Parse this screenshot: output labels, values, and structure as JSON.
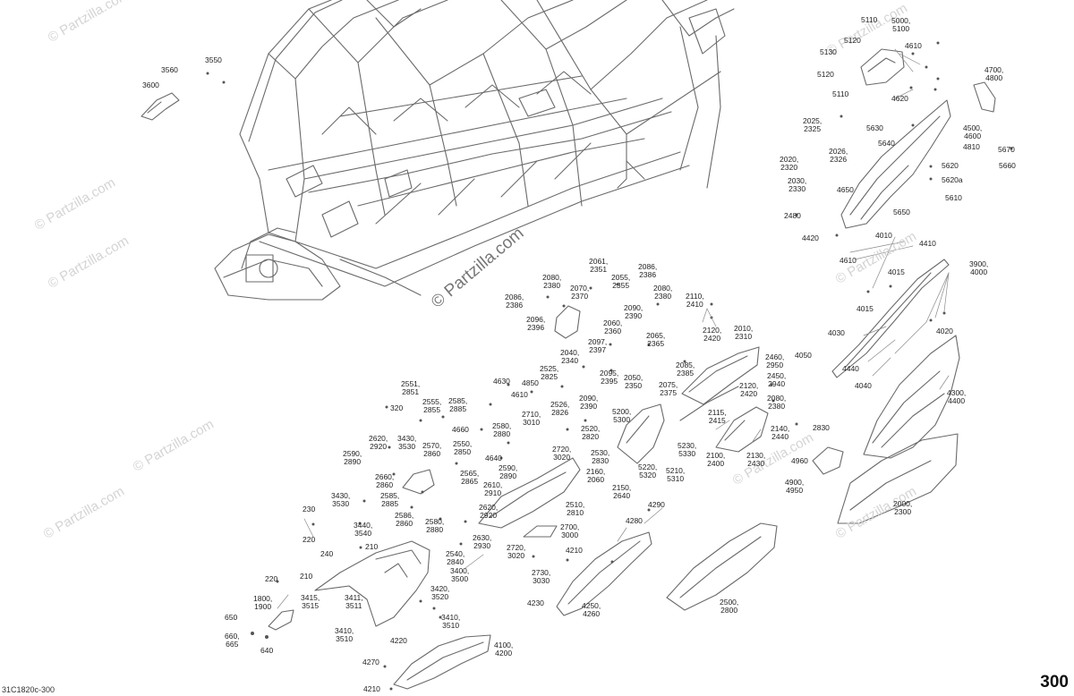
{
  "watermark": "© Partzilla.com",
  "page_number": "300",
  "drawing_code": "31C1820c-300",
  "labels": [
    {
      "id": "3560",
      "text": "3560"
    },
    {
      "id": "3550",
      "text": "3550"
    },
    {
      "id": "3600",
      "text": "3600"
    },
    {
      "id": "5110a",
      "text": "5110"
    },
    {
      "id": "5000",
      "text": "5000,\n5100"
    },
    {
      "id": "5120a",
      "text": "5120"
    },
    {
      "id": "4610a",
      "text": "4610"
    },
    {
      "id": "5130",
      "text": "5130"
    },
    {
      "id": "5120b",
      "text": "5120"
    },
    {
      "id": "5110b",
      "text": "5110"
    },
    {
      "id": "4700",
      "text": "4700,\n4800"
    },
    {
      "id": "4620",
      "text": "4620"
    },
    {
      "id": "2025",
      "text": "2025,\n2325"
    },
    {
      "id": "5630",
      "text": "5630"
    },
    {
      "id": "4500",
      "text": "4500,\n4600"
    },
    {
      "id": "5640",
      "text": "5640"
    },
    {
      "id": "2026",
      "text": "2026,\n2326"
    },
    {
      "id": "4810",
      "text": "4810"
    },
    {
      "id": "5670",
      "text": "5670"
    },
    {
      "id": "2020",
      "text": "2020,\n2320"
    },
    {
      "id": "5620",
      "text": "5620"
    },
    {
      "id": "5660",
      "text": "5660"
    },
    {
      "id": "5620a",
      "text": "5620a"
    },
    {
      "id": "2030",
      "text": "2030,\n2330"
    },
    {
      "id": "4650",
      "text": "4650"
    },
    {
      "id": "5610",
      "text": "5610"
    },
    {
      "id": "5650",
      "text": "5650"
    },
    {
      "id": "2480",
      "text": "2480"
    },
    {
      "id": "4010",
      "text": "4010"
    },
    {
      "id": "4420",
      "text": "4420"
    },
    {
      "id": "4410",
      "text": "4410"
    },
    {
      "id": "4610b",
      "text": "4610"
    },
    {
      "id": "3900",
      "text": "3900,\n4000"
    },
    {
      "id": "4015a",
      "text": "4015"
    },
    {
      "id": "4015b",
      "text": "4015"
    },
    {
      "id": "4030",
      "text": "4030"
    },
    {
      "id": "4020",
      "text": "4020"
    },
    {
      "id": "4050",
      "text": "4050"
    },
    {
      "id": "4440",
      "text": "4440"
    },
    {
      "id": "4040",
      "text": "4040"
    },
    {
      "id": "4300",
      "text": "4300,\n4400"
    },
    {
      "id": "2061",
      "text": "2061,\n2351"
    },
    {
      "id": "2080a",
      "text": "2080,\n2380"
    },
    {
      "id": "2055",
      "text": "2055,\n2355"
    },
    {
      "id": "2086a",
      "text": "2086,\n2386"
    },
    {
      "id": "2080b",
      "text": "2080,\n2380"
    },
    {
      "id": "2086b",
      "text": "2086,\n2386"
    },
    {
      "id": "2070",
      "text": "2070,\n2370"
    },
    {
      "id": "2090a",
      "text": "2090,\n2390"
    },
    {
      "id": "2110",
      "text": "2110,\n2410"
    },
    {
      "id": "2096",
      "text": "2096,\n2396"
    },
    {
      "id": "2060",
      "text": "2060,\n2360"
    },
    {
      "id": "2010",
      "text": "2010,\n2310"
    },
    {
      "id": "2120a",
      "text": "2120,\n2420"
    },
    {
      "id": "2097",
      "text": "2097,\n2397"
    },
    {
      "id": "2065",
      "text": "2065,\n2365"
    },
    {
      "id": "2040",
      "text": "2040,\n2340"
    },
    {
      "id": "2085",
      "text": "2085,\n2385"
    },
    {
      "id": "2460",
      "text": "2460,\n2950"
    },
    {
      "id": "2095",
      "text": "2095,\n2395"
    },
    {
      "id": "2525",
      "text": "2525,\n2825"
    },
    {
      "id": "2050",
      "text": "2050,\n2350"
    },
    {
      "id": "2075",
      "text": "2075,\n2375"
    },
    {
      "id": "2450",
      "text": "2450,\n2940"
    },
    {
      "id": "2120b",
      "text": "2120,\n2420"
    },
    {
      "id": "4630",
      "text": "4630"
    },
    {
      "id": "4850",
      "text": "4850"
    },
    {
      "id": "2551",
      "text": "2551,\n2851"
    },
    {
      "id": "4610c",
      "text": "4610"
    },
    {
      "id": "2090b",
      "text": "2090,\n2390"
    },
    {
      "id": "2080c",
      "text": "2080,\n2380"
    },
    {
      "id": "2555",
      "text": "2555,\n2855"
    },
    {
      "id": "2585a",
      "text": "2585,\n2885"
    },
    {
      "id": "2526",
      "text": "2526,\n2826"
    },
    {
      "id": "5200",
      "text": "5200,\n5300"
    },
    {
      "id": "2115",
      "text": "2115,\n2415"
    },
    {
      "id": "320",
      "text": "320"
    },
    {
      "id": "2710a",
      "text": "2710,\n3010"
    },
    {
      "id": "2140",
      "text": "2140,\n2440"
    },
    {
      "id": "4660",
      "text": "4660"
    },
    {
      "id": "2580a",
      "text": "2580,\n2880"
    },
    {
      "id": "2520",
      "text": "2520,\n2820"
    },
    {
      "id": "2830",
      "text": "2830"
    },
    {
      "id": "2620",
      "text": "2620,\n2920"
    },
    {
      "id": "3430",
      "text": "3430,\n3530"
    },
    {
      "id": "2570",
      "text": "2570,\n2860"
    },
    {
      "id": "2550",
      "text": "2550,\n2850"
    },
    {
      "id": "2720a",
      "text": "2720,\n3020"
    },
    {
      "id": "2530",
      "text": "2530,\n2830"
    },
    {
      "id": "5230",
      "text": "5230,\n5330"
    },
    {
      "id": "2590a",
      "text": "2590,\n2890"
    },
    {
      "id": "4640",
      "text": "4640"
    },
    {
      "id": "2100",
      "text": "2100,\n2400"
    },
    {
      "id": "2130",
      "text": "2130,\n2430"
    },
    {
      "id": "4960",
      "text": "4960"
    },
    {
      "id": "2565",
      "text": "2565,\n2865"
    },
    {
      "id": "2590b",
      "text": "2590,\n2890"
    },
    {
      "id": "5220",
      "text": "5220,\n5320"
    },
    {
      "id": "5210",
      "text": "5210,\n5310"
    },
    {
      "id": "2660",
      "text": "2660,\n2860"
    },
    {
      "id": "2610",
      "text": "2610,\n2910"
    },
    {
      "id": "2160",
      "text": "2160,\n2060"
    },
    {
      "id": "4900",
      "text": "4900,\n4950"
    },
    {
      "id": "3430b",
      "text": "3430,\n3530"
    },
    {
      "id": "2585b",
      "text": "2585,\n2885"
    },
    {
      "id": "2150",
      "text": "2150,\n2640"
    },
    {
      "id": "230",
      "text": "230"
    },
    {
      "id": "2620b",
      "text": "2620,\n2920"
    },
    {
      "id": "2510",
      "text": "2510,\n2810"
    },
    {
      "id": "4290",
      "text": "4290"
    },
    {
      "id": "2000",
      "text": "2000,\n2300"
    },
    {
      "id": "3440",
      "text": "3440,\n3540"
    },
    {
      "id": "2586",
      "text": "2586,\n2860"
    },
    {
      "id": "2580b",
      "text": "2580,\n2880"
    },
    {
      "id": "2700",
      "text": "2700,\n3000"
    },
    {
      "id": "4280",
      "text": "4280"
    },
    {
      "id": "220a",
      "text": "220"
    },
    {
      "id": "2630",
      "text": "2630,\n2930"
    },
    {
      "id": "210a",
      "text": "210"
    },
    {
      "id": "2720b",
      "text": "2720,\n3020"
    },
    {
      "id": "4210a",
      "text": "4210"
    },
    {
      "id": "240",
      "text": "240"
    },
    {
      "id": "2540",
      "text": "2540,\n2840"
    },
    {
      "id": "210b",
      "text": "210"
    },
    {
      "id": "3400",
      "text": "3400,\n3500"
    },
    {
      "id": "2730",
      "text": "2730,\n3030"
    },
    {
      "id": "220b",
      "text": "220"
    },
    {
      "id": "3420",
      "text": "3420,\n3520"
    },
    {
      "id": "1800",
      "text": "1800,\n1900"
    },
    {
      "id": "3415",
      "text": "3415,\n3515"
    },
    {
      "id": "3411",
      "text": "3411,\n3511"
    },
    {
      "id": "2500",
      "text": "2500,\n2800"
    },
    {
      "id": "4230",
      "text": "4230"
    },
    {
      "id": "4250",
      "text": "4250,\n4260"
    },
    {
      "id": "650",
      "text": "650"
    },
    {
      "id": "3410a",
      "text": "3410,\n3510"
    },
    {
      "id": "660",
      "text": "660,\n665"
    },
    {
      "id": "3410b",
      "text": "3410,\n3510"
    },
    {
      "id": "4220",
      "text": "4220"
    },
    {
      "id": "4100",
      "text": "4100,\n4200"
    },
    {
      "id": "640",
      "text": "640"
    },
    {
      "id": "4270",
      "text": "4270"
    },
    {
      "id": "4210b",
      "text": "4210"
    }
  ]
}
